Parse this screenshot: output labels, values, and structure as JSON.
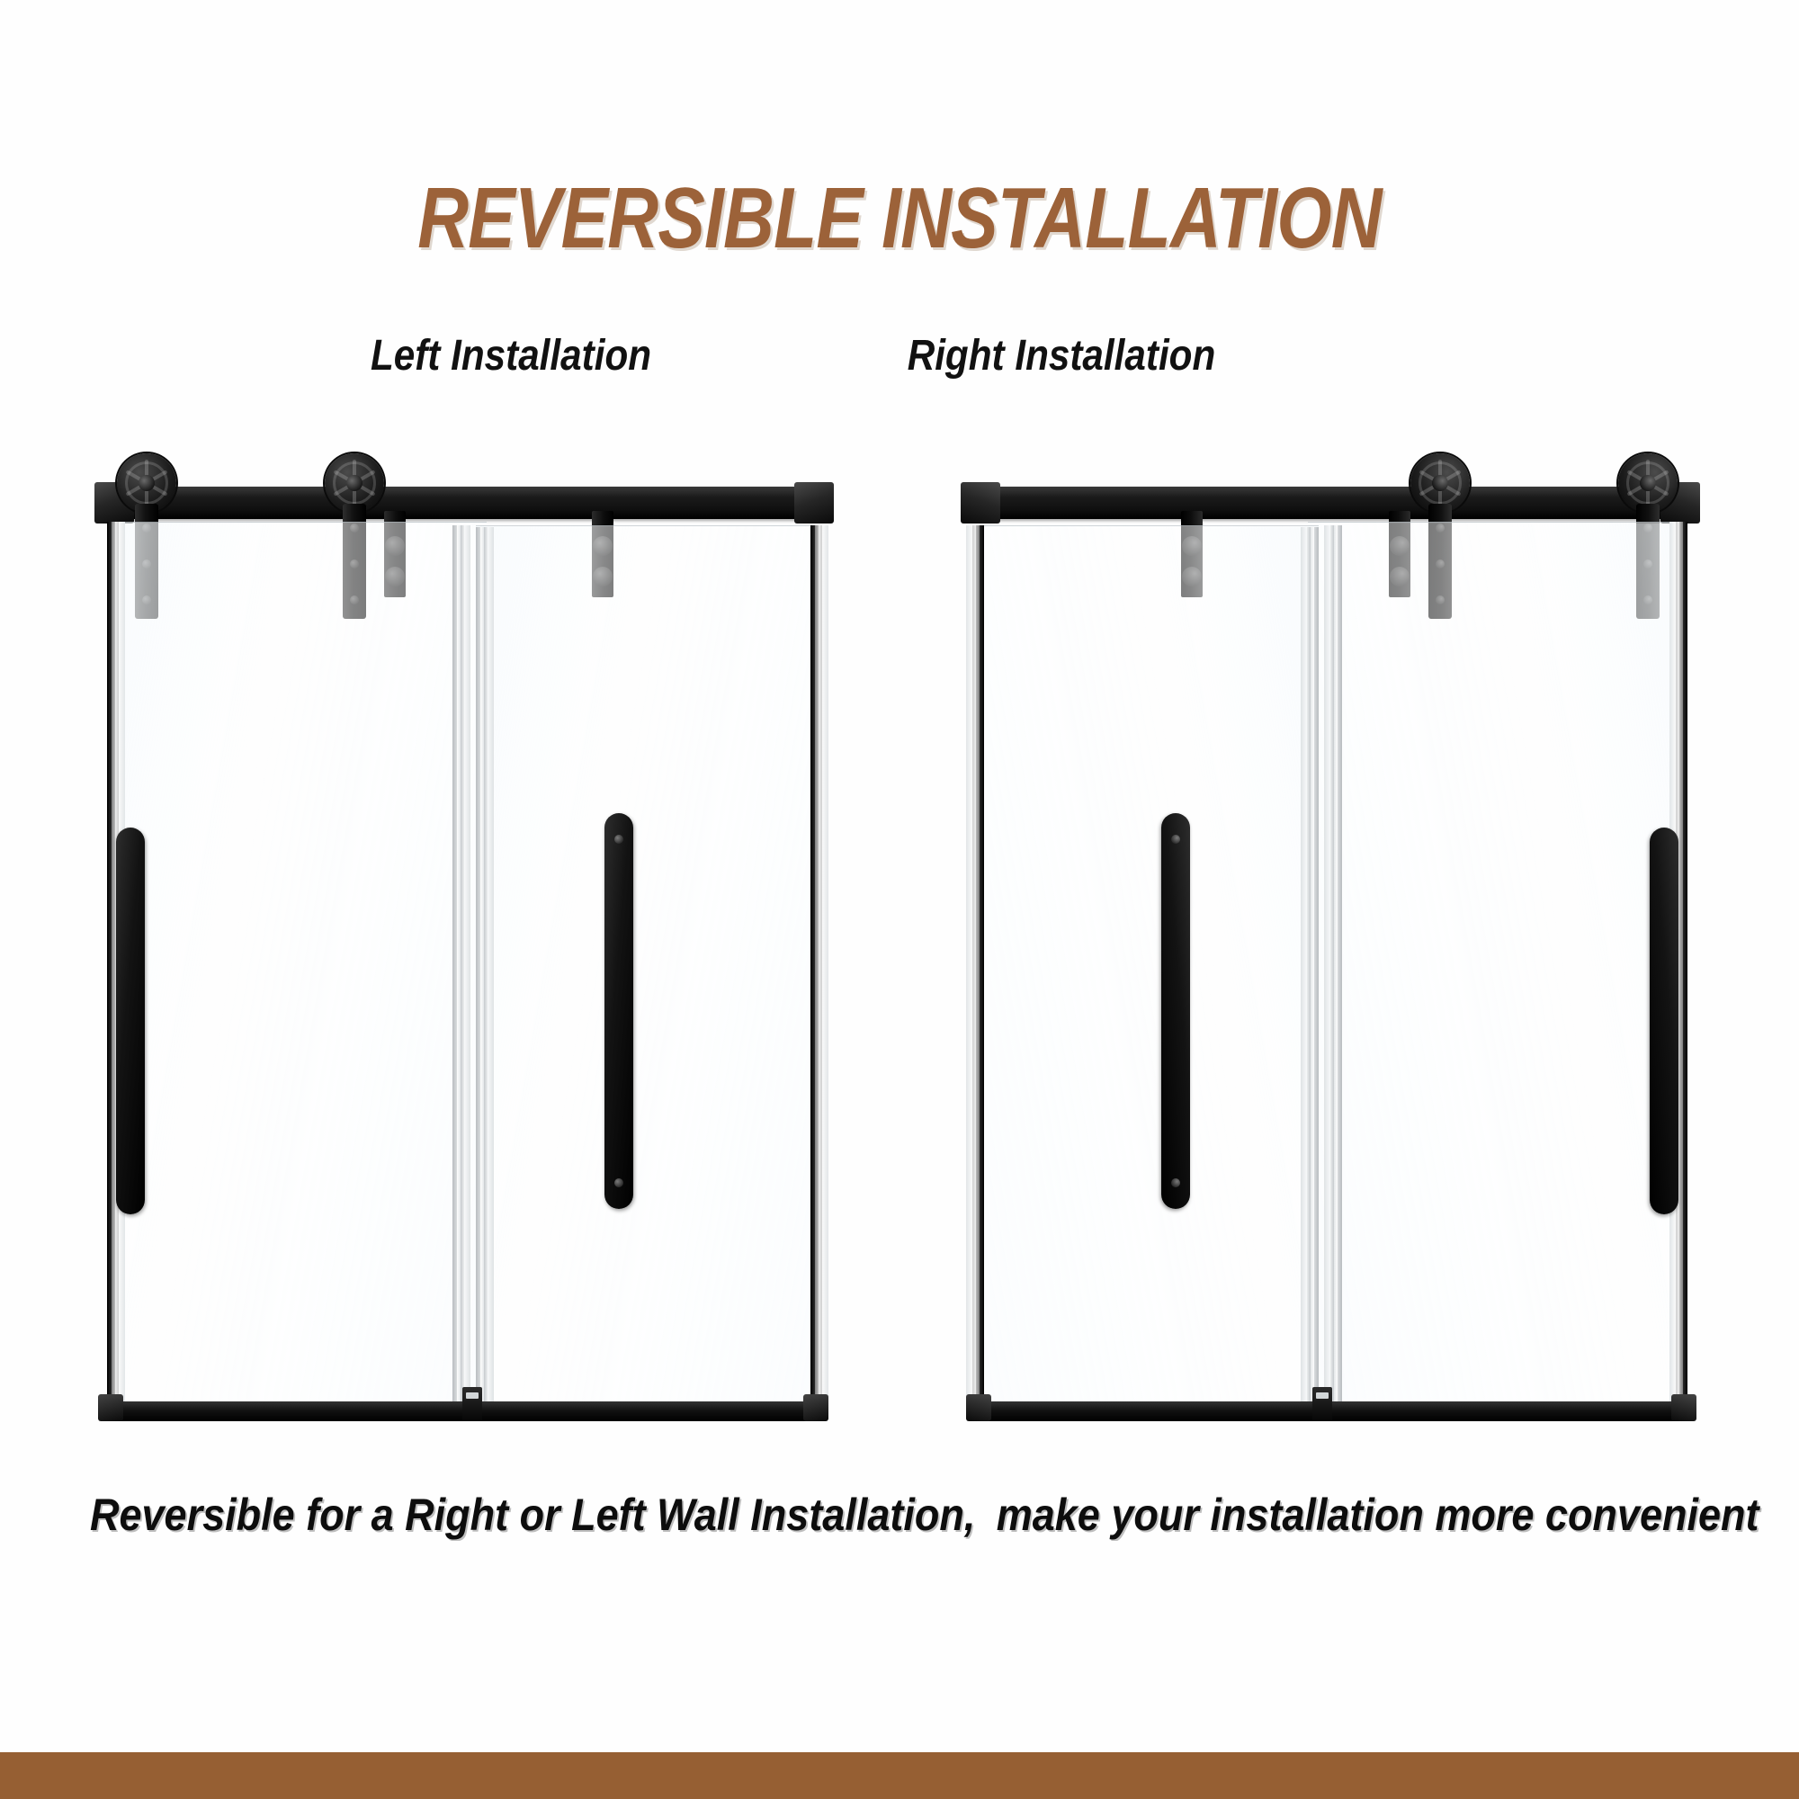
{
  "page": {
    "title": "REVERSIBLE INSTALLATION",
    "title_color": "#9C6239",
    "background_color": "#FEFEFE",
    "brand_bar_color": "#965F33"
  },
  "columns": [
    {
      "id": "left",
      "heading": "Left Installation"
    },
    {
      "id": "right",
      "heading": "Right Installation"
    }
  ],
  "caption": {
    "segment_1": "Reversible for a Right or Left Wall Installation,",
    "segment_2": "make your installation more convenient"
  },
  "diagram": {
    "product": "frameless sliding shower door",
    "hardware_finish": "matte black",
    "glass_finish": "clear tempered glass",
    "parts": [
      "head-rail",
      "rail-end-cap",
      "roller-wheel-hanger",
      "roller-bracket",
      "glass-panel-fixed",
      "glass-panel-sliding",
      "door-handle",
      "bottom-track",
      "bottom-guide"
    ]
  }
}
